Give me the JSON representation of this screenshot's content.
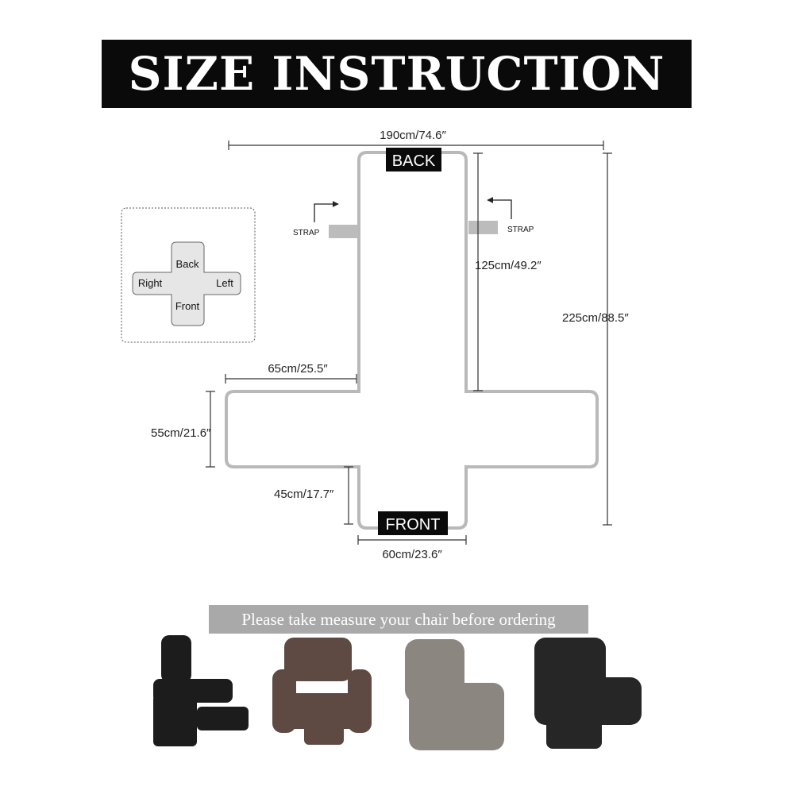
{
  "banner": {
    "title": "SIZE INSTRUCTION"
  },
  "labels": {
    "back": "BACK",
    "front": "FRONT",
    "strap_left": "STRAP",
    "strap_right": "STRAP"
  },
  "dimensions": {
    "total_width": "190cm/74.6″",
    "back_height": "125cm/49.2″",
    "total_length": "225cm/88.5″",
    "arm_width": "65cm/25.5″",
    "arm_depth": "55cm/21.6″",
    "front_depth": "45cm/17.7″",
    "front_width": "60cm/23.6″"
  },
  "orientation_key": {
    "back": "Back",
    "right": "Right",
    "left": "Left",
    "front": "Front"
  },
  "note": "Please take measure your chair before ordering",
  "chairs": [
    {
      "icon": "black-recliner-icon",
      "color": "#1c1c1c"
    },
    {
      "icon": "brown-recliner-icon",
      "color": "#5e4a43"
    },
    {
      "icon": "gray-recliner-icon",
      "color": "#8c8680"
    },
    {
      "icon": "black-leather-recliner-icon",
      "color": "#262626"
    }
  ]
}
